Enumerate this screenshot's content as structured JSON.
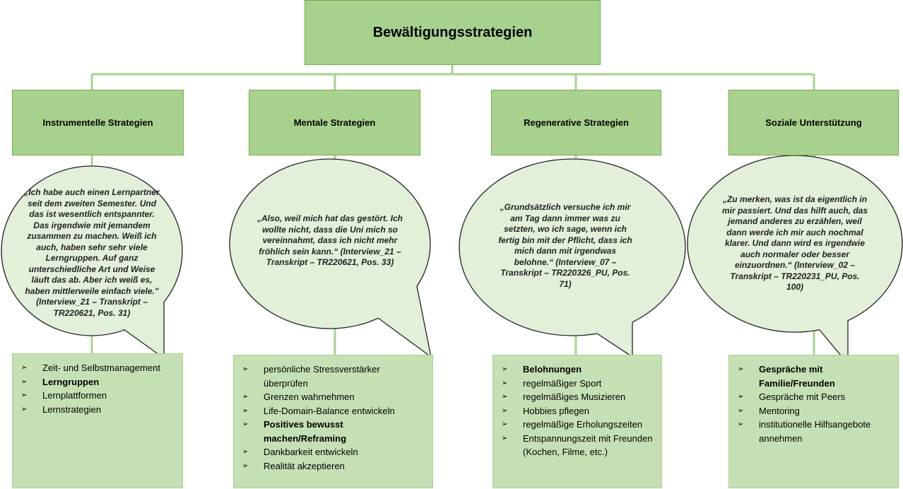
{
  "title": "Bewältigungsstrategien",
  "categories": [
    {
      "label": "Instrumentelle Strategien",
      "quote": "„Ich habe auch einen Lernpartner seit dem zweiten Semester. Und das ist wesentlich entspannter. Das irgendwie mit jemandem zusammen zu machen. Weiß ich auch, haben sehr sehr viele Lerngruppen. Auf ganz unterschiedliche Art und Weise läuft das ab. Aber ich weiß es, haben mittlerweile einfach viele.\" (Interview_21 – Transkript – TR220621, Pos. 31)",
      "items": [
        {
          "text": "Zeit- und Selbstmanagement",
          "bold": false
        },
        {
          "text": "Lerngruppen",
          "bold": true
        },
        {
          "text": "Lernplattformen",
          "bold": false
        },
        {
          "text": "Lernstrategien",
          "bold": false
        }
      ]
    },
    {
      "label": "Mentale Strategien",
      "quote": "„Also, weil mich hat das gestört. Ich wollte nicht, dass die Uni mich so vereinnahmt, dass ich nicht mehr fröhlich sein kann.“ (Interview_21 – Transkript – TR220621, Pos. 33)",
      "items": [
        {
          "text": "persönliche Stressverstärker überprüfen",
          "bold": false
        },
        {
          "text": "Grenzen wahrnehmen",
          "bold": false
        },
        {
          "text": "Life-Domain-Balance entwickeln",
          "bold": false
        },
        {
          "text": "Positives bewusst machen/Reframing",
          "bold": true
        },
        {
          "text": "Dankbarkeit entwickeln",
          "bold": false
        },
        {
          "text": "Realität akzeptieren",
          "bold": false
        }
      ]
    },
    {
      "label": "Regenerative Strategien",
      "quote": "„Grundsätzlich versuche ich mir am Tag dann immer was zu setzten, wo ich sage, wenn ich fertig bin mit der Pflicht, dass ich mich dann mit irgendwas belohne.“ (Interview_07 – Transkript – TR220326_PU, Pos. 71)",
      "items": [
        {
          "text": "Belohnungen",
          "bold": true
        },
        {
          "text": "regelmäßiger Sport",
          "bold": false
        },
        {
          "text": "regelmäßiges Musizieren",
          "bold": false
        },
        {
          "text": "Hobbies pflegen",
          "bold": false
        },
        {
          "text": "regelmäßige Erholungszeiten",
          "bold": false
        },
        {
          "text": "Entspannungszeit mit Freunden (Kochen, Filme, etc.)",
          "bold": false
        }
      ]
    },
    {
      "label": "Soziale Unterstützung",
      "quote": "„Zu merken, was ist da eigentlich in mir passiert. Und das hilft auch, das jemand anderes zu erzählen, weil dann werde ich mir auch nochmal klarer. Und dann wird es irgendwie auch normaler oder besser einzuordnen.“ (Interview_02 – Transkript – TR220231_PU, Pos. 100)",
      "items": [
        {
          "text": "Gespräche mit Familie/Freunden",
          "bold": true
        },
        {
          "text": "Gespräche mit Peers",
          "bold": false
        },
        {
          "text": "Mentoring",
          "bold": false
        },
        {
          "text": "institutionelle Hilfsangebote annehmen",
          "bold": false
        }
      ]
    }
  ],
  "colors": {
    "box": "#a9d18e",
    "list": "#c5e0b4",
    "bubble": "#e2efd9",
    "line": "#a9d18e"
  }
}
